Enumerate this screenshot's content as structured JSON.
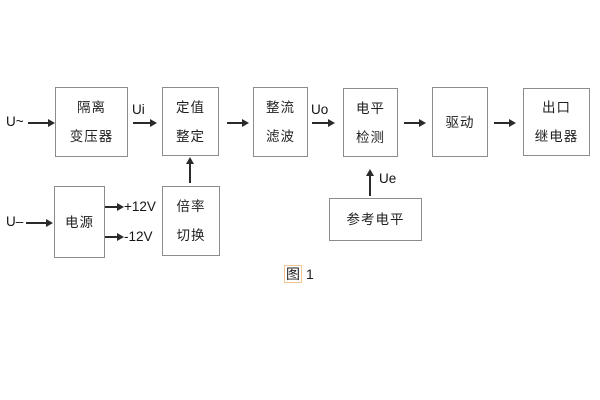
{
  "diagram": {
    "inputs": {
      "ac": "U~",
      "dc": "U–"
    },
    "signals": {
      "ui": "Ui",
      "uo": "Uo",
      "ue": "Ue"
    },
    "blocks": {
      "isolation_transformer": {
        "line1": "隔离",
        "line2": "变压器"
      },
      "setting_adjust": {
        "line1": "定值",
        "line2": "整定"
      },
      "rectifier_filter": {
        "line1": "整流",
        "line2": "滤波"
      },
      "level_detect": {
        "line1": "电平",
        "line2": "检测"
      },
      "driver": {
        "label": "驱动"
      },
      "output_relay": {
        "line1": "出口",
        "line2": "继电器"
      },
      "power_supply": {
        "label": "电源"
      },
      "ratio_switch": {
        "line1": "倍率",
        "line2": "切换"
      },
      "reference_level": {
        "label": "参考电平"
      }
    },
    "power_rails": {
      "positive": "+12V",
      "negative": "-12V"
    },
    "caption": {
      "prefix": "图",
      "number": "1"
    },
    "colors": {
      "line": "#2a2a2a",
      "border": "#8c8c8c",
      "text": "#1f1f1f",
      "caption_highlight": "#e6963c"
    }
  }
}
